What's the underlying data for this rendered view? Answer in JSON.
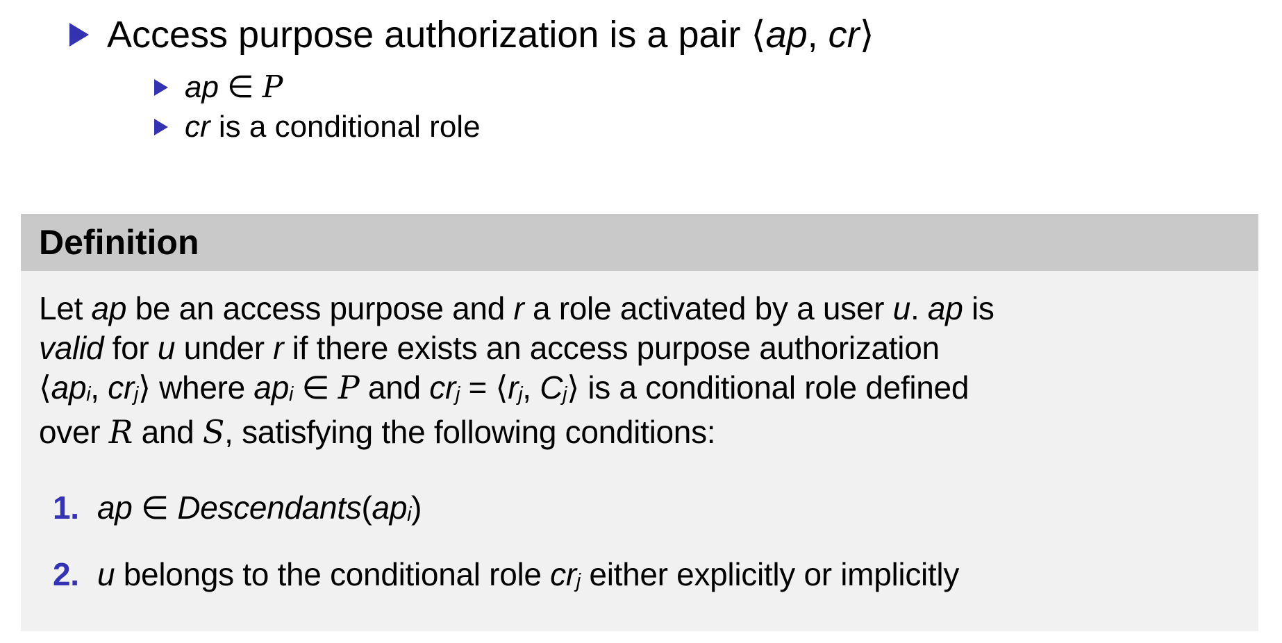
{
  "colors": {
    "background": "#ffffff",
    "accent_blue": "#3333b2",
    "item_number_blue": "#3333b3",
    "block_header_bg": "#c9c9c9",
    "block_body_bg": "#f1f1f1",
    "text": "#000000"
  },
  "icons": {
    "bullet": "triangle-right"
  },
  "bullets": {
    "main": {
      "segments": [
        {
          "t": "Access purpose authorization is a pair ",
          "s": "n"
        },
        {
          "t": "⟨",
          "s": "n"
        },
        {
          "t": "ap",
          "s": "i"
        },
        {
          "t": ", ",
          "s": "n"
        },
        {
          "t": "cr",
          "s": "i"
        },
        {
          "t": "⟩",
          "s": "n"
        }
      ]
    },
    "subs": [
      {
        "segments": [
          {
            "t": "ap",
            "s": "i"
          },
          {
            "t": " ∈ ",
            "s": "n"
          },
          {
            "t": "P",
            "s": "cal"
          }
        ]
      },
      {
        "segments": [
          {
            "t": "cr",
            "s": "i"
          },
          {
            "t": " is a conditional role",
            "s": "n"
          }
        ]
      }
    ]
  },
  "definition_block": {
    "title": "Definition",
    "lines": [
      [
        {
          "t": "Let ",
          "s": "n"
        },
        {
          "t": "ap",
          "s": "i"
        },
        {
          "t": " be an access purpose and ",
          "s": "n"
        },
        {
          "t": "r",
          "s": "i"
        },
        {
          "t": " a role activated by a user ",
          "s": "n"
        },
        {
          "t": "u",
          "s": "i"
        },
        {
          "t": ". ",
          "s": "n"
        },
        {
          "t": "ap",
          "s": "i"
        },
        {
          "t": " is",
          "s": "n"
        }
      ],
      [
        {
          "t": "valid",
          "s": "i"
        },
        {
          "t": " for ",
          "s": "n"
        },
        {
          "t": "u",
          "s": "i"
        },
        {
          "t": " under ",
          "s": "n"
        },
        {
          "t": "r",
          "s": "i"
        },
        {
          "t": " if there exists an access purpose authorization",
          "s": "n"
        }
      ],
      [
        {
          "t": "⟨",
          "s": "n"
        },
        {
          "t": "ap",
          "s": "i"
        },
        {
          "t": "i",
          "s": "sub"
        },
        {
          "t": ", ",
          "s": "n"
        },
        {
          "t": "cr",
          "s": "i"
        },
        {
          "t": "j",
          "s": "sub"
        },
        {
          "t": "⟩ where ",
          "s": "n"
        },
        {
          "t": "ap",
          "s": "i"
        },
        {
          "t": "i",
          "s": "sub"
        },
        {
          "t": " ∈ ",
          "s": "n"
        },
        {
          "t": "P",
          "s": "cal"
        },
        {
          "t": " and ",
          "s": "n"
        },
        {
          "t": "cr",
          "s": "i"
        },
        {
          "t": "j",
          "s": "sub"
        },
        {
          "t": " = ⟨",
          "s": "n"
        },
        {
          "t": "r",
          "s": "i"
        },
        {
          "t": "j",
          "s": "sub"
        },
        {
          "t": ", ",
          "s": "n"
        },
        {
          "t": "C",
          "s": "i"
        },
        {
          "t": "j",
          "s": "sub"
        },
        {
          "t": "⟩ is a conditional role defined",
          "s": "n"
        }
      ],
      [
        {
          "t": "over ",
          "s": "n"
        },
        {
          "t": "R",
          "s": "cal"
        },
        {
          "t": " and ",
          "s": "n"
        },
        {
          "t": "S",
          "s": "cal"
        },
        {
          "t": ", satisfying the following conditions:",
          "s": "n"
        }
      ]
    ],
    "items": [
      {
        "number": "1.",
        "segments": [
          {
            "t": "ap",
            "s": "i"
          },
          {
            "t": " ∈ ",
            "s": "n"
          },
          {
            "t": "Descendants",
            "s": "i"
          },
          {
            "t": "(",
            "s": "n"
          },
          {
            "t": "ap",
            "s": "i"
          },
          {
            "t": "i",
            "s": "sub"
          },
          {
            "t": ")",
            "s": "n"
          }
        ]
      },
      {
        "number": "2.",
        "segments": [
          {
            "t": "u",
            "s": "i"
          },
          {
            "t": " belongs to the conditional role ",
            "s": "n"
          },
          {
            "t": "cr",
            "s": "i"
          },
          {
            "t": "j",
            "s": "sub"
          },
          {
            "t": " either explicitly or implicitly",
            "s": "n"
          }
        ]
      }
    ]
  }
}
